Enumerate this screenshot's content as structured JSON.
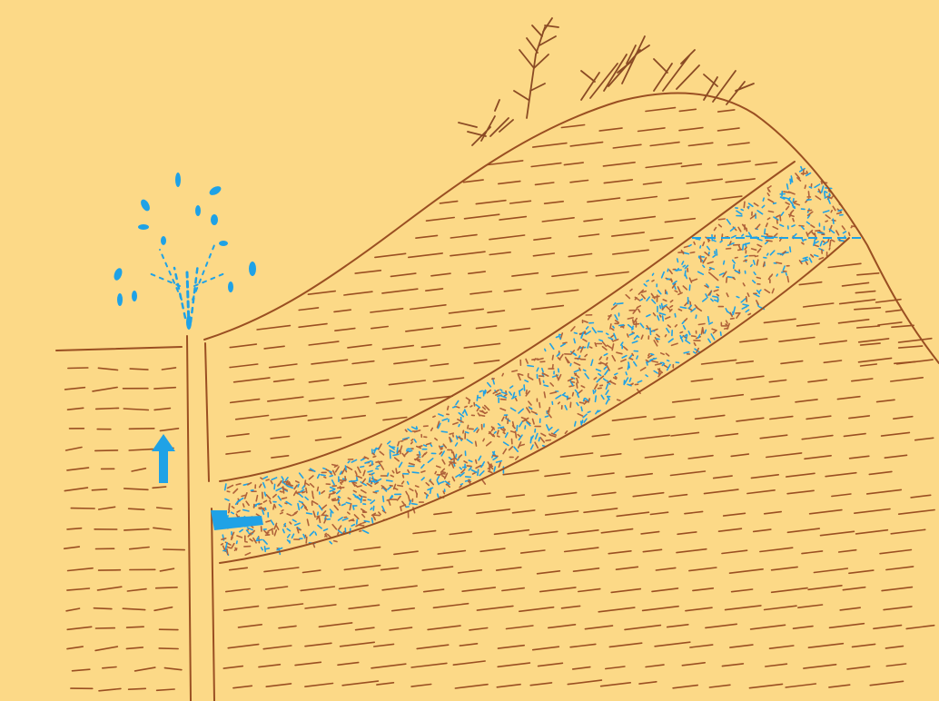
{
  "diagram": {
    "subject": "artesian-well-cross-section",
    "colors": {
      "background": "#fcd987",
      "strata_line": "#9a4f22",
      "water": "#1fa2e6",
      "aquifer_dots": "#b0623a",
      "vegetation": "#8a4a24"
    },
    "icons": {
      "flow_arrow": "arrow-up-icon",
      "inflow_arrow": "arrow-left-icon",
      "fountain": "water-spray-icon",
      "vegetation": "shrub-icon"
    },
    "layers": [
      "confining-layer-upper",
      "aquifer",
      "confining-layer-lower"
    ],
    "water_table_marker": "dashed-line",
    "labels": []
  }
}
